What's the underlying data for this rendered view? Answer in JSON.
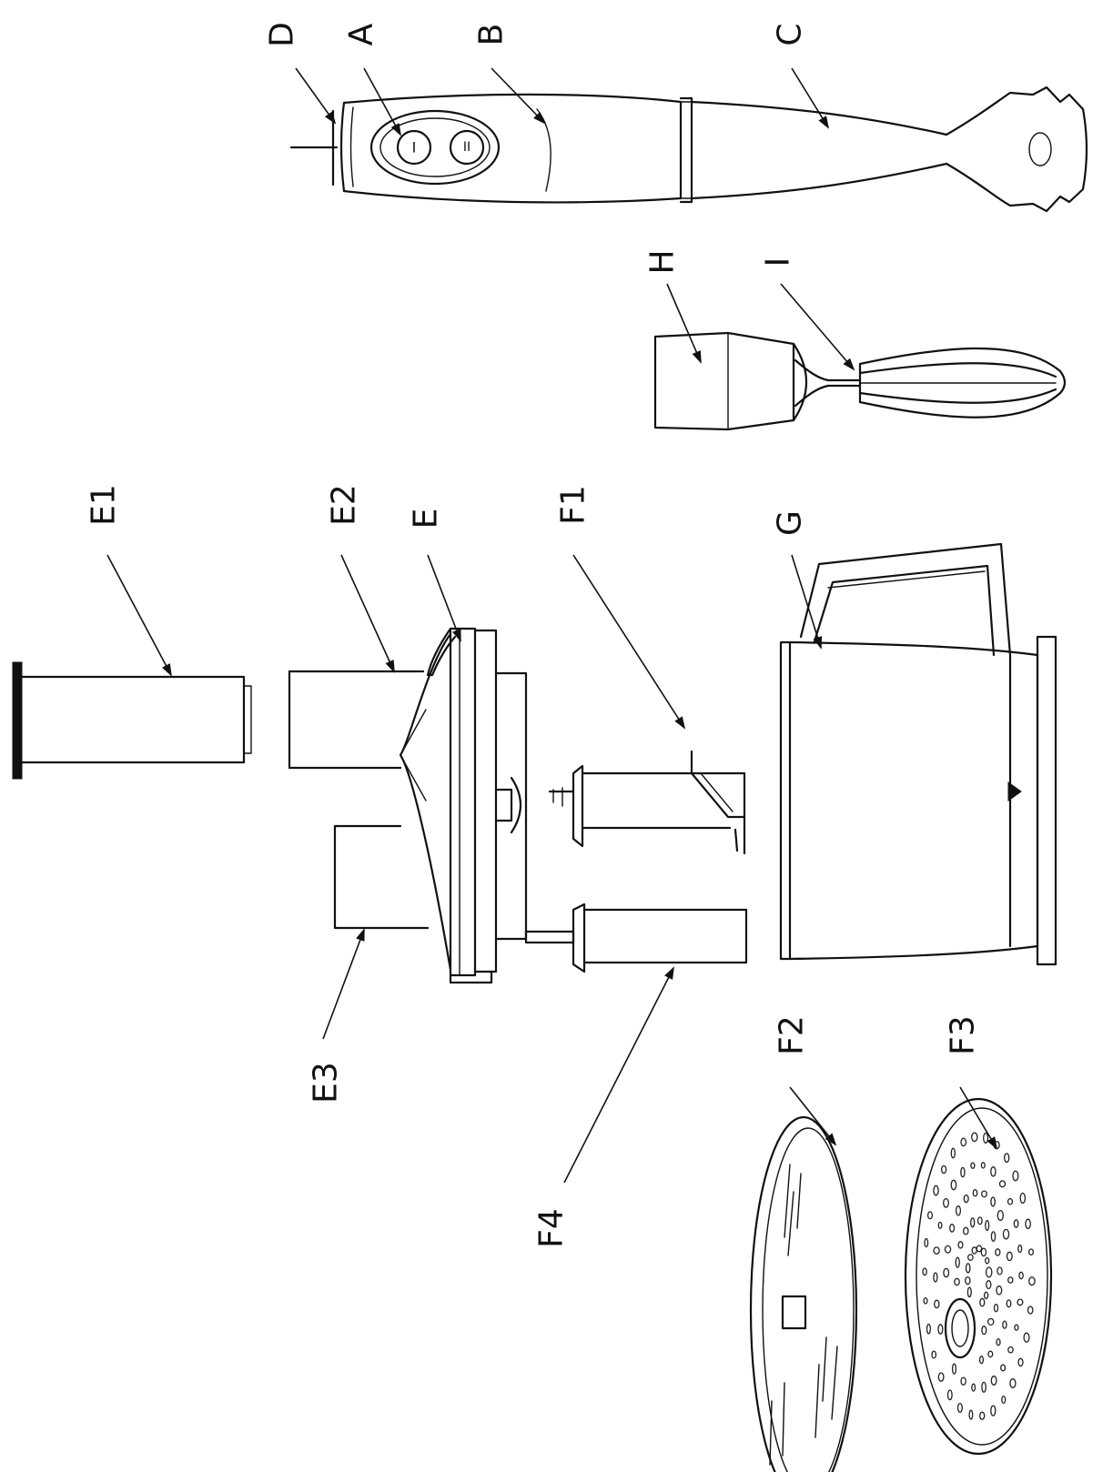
{
  "labels": {
    "A": "A",
    "B": "B",
    "C": "C",
    "D": "D",
    "E": "E",
    "E1": "E1",
    "E2": "E2",
    "E3": "E3",
    "F1": "F1",
    "F2": "F2",
    "F3": "F3",
    "F4": "F4",
    "G": "G",
    "H": "H",
    "I": "I"
  },
  "buttons": {
    "speed1": "I",
    "speed2": "II"
  }
}
